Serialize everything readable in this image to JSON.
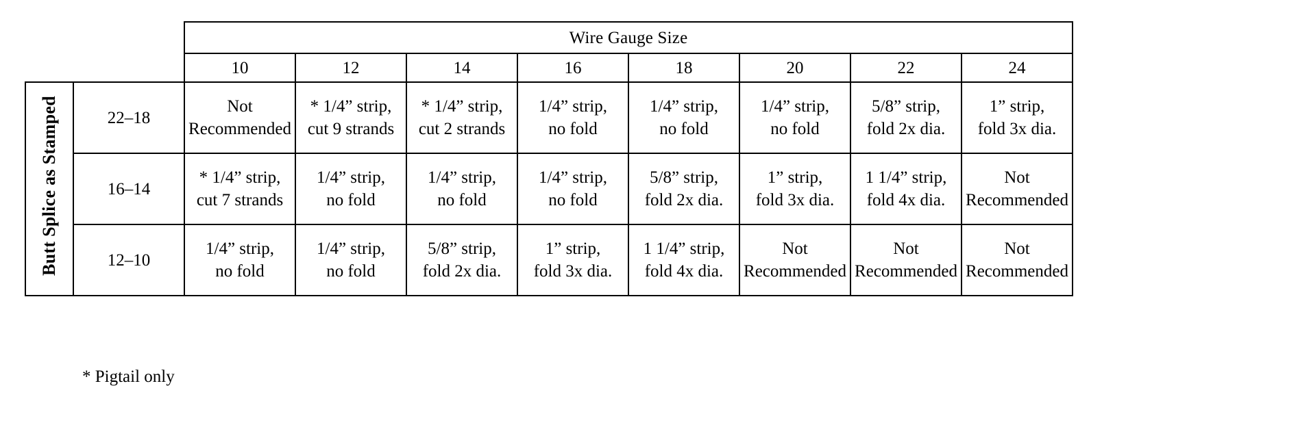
{
  "table": {
    "group_header": "Wire Gauge Size",
    "side_label": "Butt Splice as Stamped",
    "gauge_columns": [
      "10",
      "12",
      "14",
      "16",
      "18",
      "20",
      "22",
      "24"
    ],
    "rows": [
      {
        "label": "22–18",
        "cells": [
          {
            "line1": "Not",
            "line2": "Recommended"
          },
          {
            "line1": "* 1/4” strip,",
            "line2": "cut 9 strands"
          },
          {
            "line1": "* 1/4” strip,",
            "line2": "cut 2 strands"
          },
          {
            "line1": "1/4” strip,",
            "line2": "no fold"
          },
          {
            "line1": "1/4” strip,",
            "line2": "no fold"
          },
          {
            "line1": "1/4” strip,",
            "line2": "no fold"
          },
          {
            "line1": "5/8” strip,",
            "line2": "fold 2x dia."
          },
          {
            "line1": "1” strip,",
            "line2": "fold 3x dia."
          }
        ]
      },
      {
        "label": "16–14",
        "cells": [
          {
            "line1": "* 1/4” strip,",
            "line2": "cut 7 strands"
          },
          {
            "line1": "1/4” strip,",
            "line2": "no fold"
          },
          {
            "line1": "1/4” strip,",
            "line2": "no fold"
          },
          {
            "line1": "1/4” strip,",
            "line2": "no fold"
          },
          {
            "line1": "5/8” strip,",
            "line2": "fold 2x dia."
          },
          {
            "line1": "1” strip,",
            "line2": "fold 3x dia."
          },
          {
            "line1": "1 1/4” strip,",
            "line2": "fold 4x dia."
          },
          {
            "line1": "Not",
            "line2": "Recommended"
          }
        ]
      },
      {
        "label": "12–10",
        "cells": [
          {
            "line1": "1/4” strip,",
            "line2": "no fold"
          },
          {
            "line1": "1/4” strip,",
            "line2": "no fold"
          },
          {
            "line1": "5/8” strip,",
            "line2": "fold 2x dia."
          },
          {
            "line1": "1” strip,",
            "line2": "fold 3x dia."
          },
          {
            "line1": "1 1/4” strip,",
            "line2": "fold 4x dia."
          },
          {
            "line1": "Not",
            "line2": "Recommended"
          },
          {
            "line1": "Not",
            "line2": "Recommended"
          },
          {
            "line1": "Not",
            "line2": "Recommended"
          }
        ]
      }
    ]
  },
  "footnote": "* Pigtail only"
}
